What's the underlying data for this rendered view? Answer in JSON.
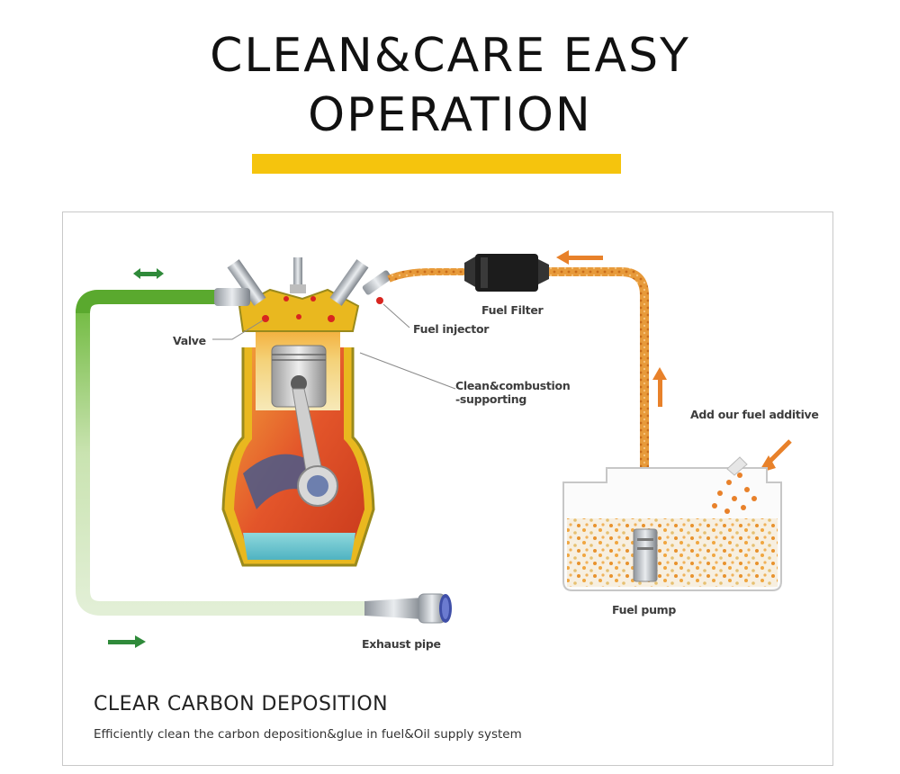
{
  "header": {
    "title_line1": "CLEAN&CARE EASY",
    "title_line2": "OPERATION"
  },
  "colors": {
    "accent": "#f5c40d",
    "air_pipe": "#7bc143",
    "fuel_line": "#e08a2a",
    "flow_arrow": "#e8812a"
  },
  "diagram": {
    "labels": {
      "valve": "Valve",
      "fuel_filter": "Fuel Filter",
      "fuel_injector": "Fuel injector",
      "combustion_line1": "Clean&combustion",
      "combustion_line2": "-supporting",
      "additive": "Add our fuel additive",
      "fuel_pump": "Fuel pump",
      "exhaust_pipe": "Exhaust pipe"
    }
  },
  "caption": {
    "title": "CLEAR CARBON DEPOSITION",
    "subtitle": "Efficiently clean the carbon deposition&glue in fuel&Oil supply system"
  }
}
